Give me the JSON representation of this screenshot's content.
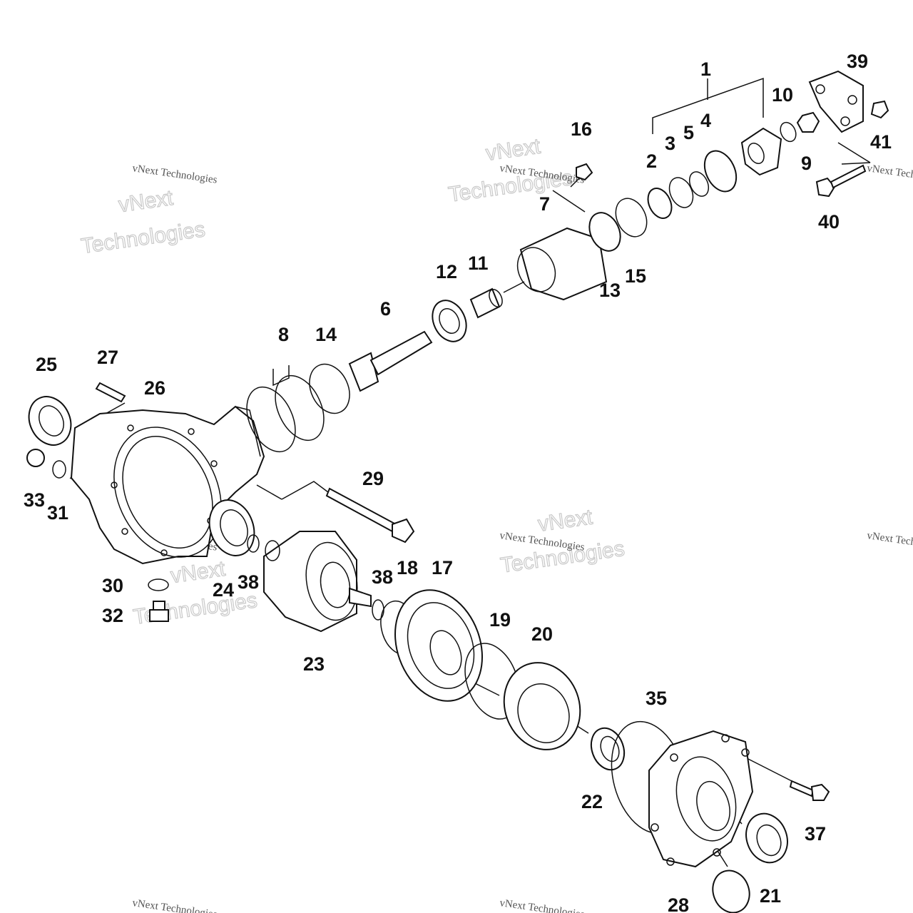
{
  "diagram": {
    "callouts": [
      "1",
      "2",
      "3",
      "4",
      "5",
      "6",
      "7",
      "8",
      "9",
      "10",
      "11",
      "12",
      "13",
      "14",
      "15",
      "16",
      "17",
      "18",
      "19",
      "20",
      "21",
      "22",
      "23",
      "24",
      "25",
      "26",
      "27",
      "28",
      "29",
      "30",
      "31",
      "32",
      "33",
      "35",
      "37",
      "38",
      "38",
      "39",
      "40",
      "41"
    ],
    "watermark": {
      "brand": "vNext",
      "company": "vNext Technologies",
      "word": "Technologies"
    }
  }
}
